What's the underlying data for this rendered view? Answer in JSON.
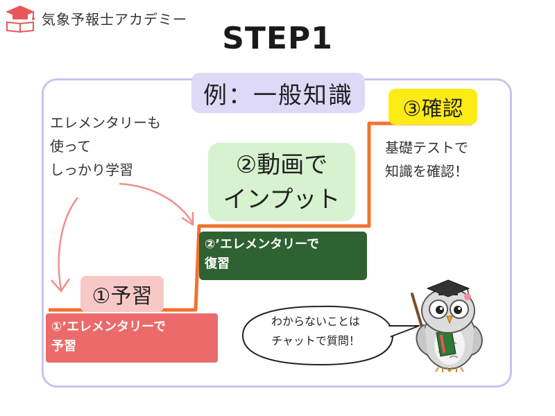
{
  "header": {
    "brand": "気象予報士アカデミー",
    "title": "STEP1"
  },
  "example_label": "例：一般知識",
  "side_note": [
    "エレメンタリーも",
    "使って",
    "しっかり学習"
  ],
  "steps": {
    "prep_title": "①予習",
    "prep_detail": [
      "①’エレメンタリーで",
      "予習"
    ],
    "video_title": [
      "②動画で",
      "インプット"
    ],
    "review_detail": [
      "②’エレメンタリーで",
      "復習"
    ],
    "confirm_title": "③確認",
    "confirm_detail": [
      "基礎テストで",
      "知識を確認！"
    ]
  },
  "mascot": {
    "speech": [
      "わからないことは",
      "チャットで質問！"
    ]
  },
  "colors": {
    "panel_border": "#c9c2ee",
    "stair_line": "#f2712e",
    "arrow": "#f08d8d",
    "prep_light": "#f8c8c7",
    "prep_dark": "#eb6b6b",
    "video_bg": "#d6f2cf",
    "review_bg": "#2f6232",
    "confirm_bg": "#fdeb16",
    "example_bg": "#ddd9f7"
  }
}
